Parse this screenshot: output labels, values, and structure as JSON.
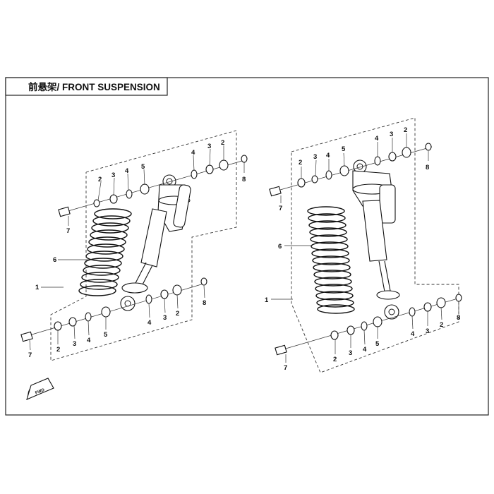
{
  "title": "前悬架/ FRONT SUSPENSION",
  "direction_badge": "FWD",
  "labels": {
    "l1": "1",
    "l2": "2",
    "l3": "3",
    "l4": "4",
    "l5": "5",
    "l6": "6",
    "l7": "7",
    "l8": "8"
  },
  "icons": {
    "direction": "forward-arrow-icon"
  }
}
